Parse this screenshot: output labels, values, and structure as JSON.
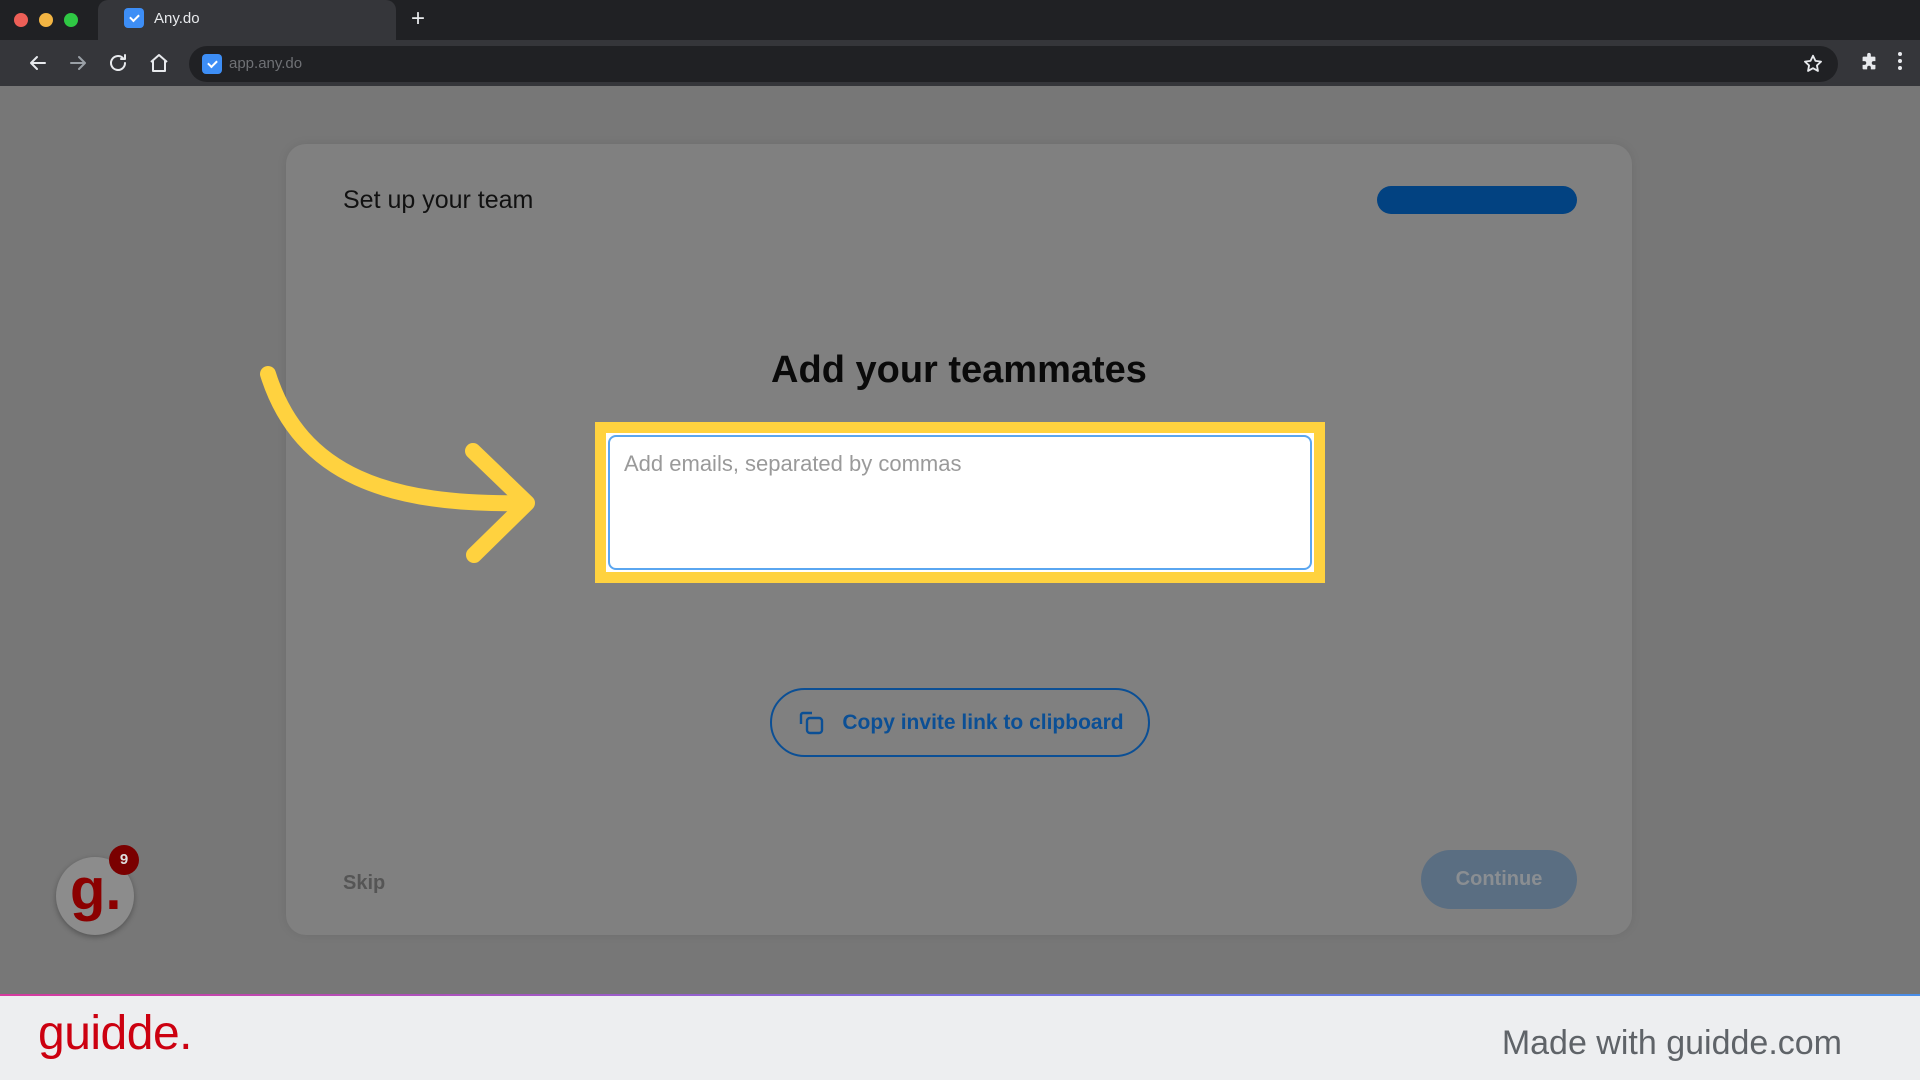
{
  "browser": {
    "tab_title": "Any.do",
    "new_tab": "+",
    "url": "app.any.do",
    "icons": [
      "back-icon",
      "forward-icon",
      "reload-icon",
      "home-icon",
      "star-icon",
      "extensions-icon",
      "menu-icon"
    ]
  },
  "card": {
    "title": "Set up your team",
    "progress_color": "#024281",
    "heading": "Add your teammates",
    "email_input": {
      "placeholder": "Add emails, separated by commas",
      "value": ""
    },
    "copy_button": {
      "label": "Copy invite link to clipboard",
      "icon": "copy-icon"
    },
    "skip_label": "Skip",
    "continue_label": "Continue"
  },
  "annotation": {
    "highlight_color": "#ffd23f",
    "arrow_color": "#ffd23f"
  },
  "guidde_widget": {
    "letter": "g.",
    "badge_count": "9"
  },
  "footer": {
    "brand": "guidde.",
    "tagline": "Made with guidde.com"
  }
}
